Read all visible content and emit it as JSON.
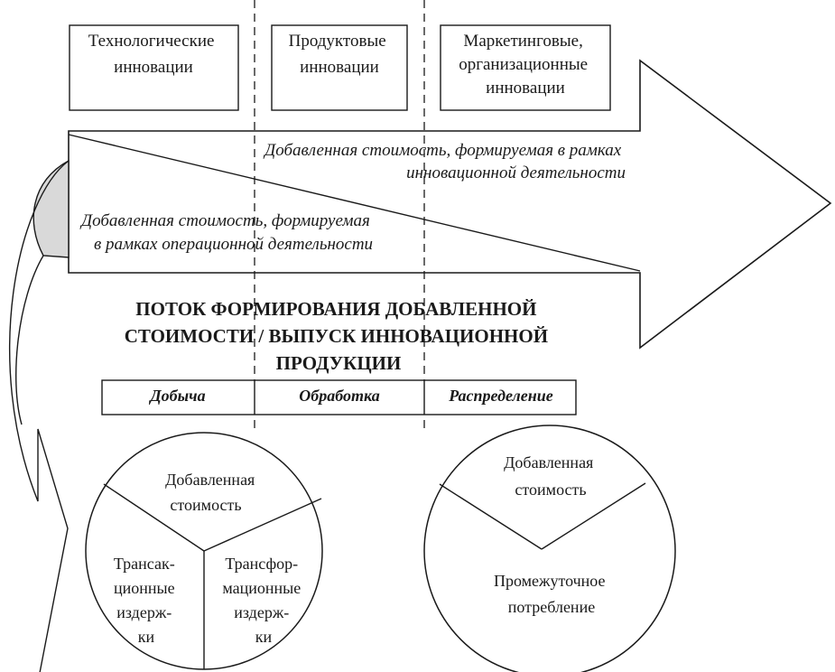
{
  "innovation_boxes": {
    "technological": [
      "Технологические",
      "инновации"
    ],
    "product": [
      "Продуктовые",
      "инновации"
    ],
    "marketing": [
      "Маркетинговые,",
      "организационные",
      "инновации"
    ]
  },
  "arrow_labels": {
    "innovation_value": [
      "Добавленная стоимость, формируемая в рамках",
      "инновационной деятельности"
    ],
    "operational_value": [
      "Добавленная стоимость, формируемая",
      "в рамках операционной деятельности"
    ]
  },
  "flow_title": [
    "ПОТОК ФОРМИРОВАНИЯ ДОБАВЛЕННОЙ",
    "СТОИМОСТИ / ВЫПУСК ИННОВАЦИОННОЙ",
    "ПРОДУКЦИИ"
  ],
  "stages": [
    "Добыча",
    "Обработка",
    "Распределение"
  ],
  "left_circle": {
    "added_value": [
      "Добавленная",
      "стоимость"
    ],
    "transaction_costs": [
      "Трансак-",
      "ционные",
      "издерж-",
      "ки"
    ],
    "transformation_costs": [
      "Трансфор-",
      "мационные",
      "издерж-",
      "ки"
    ]
  },
  "right_circle": {
    "added_value": [
      "Добавленная",
      "стоимость"
    ],
    "intermediate": [
      "Промежуточное",
      "потребление"
    ]
  },
  "colors": {
    "stroke": "#1a1a1a",
    "shade": "#d9d9d9",
    "background": "#ffffff"
  }
}
